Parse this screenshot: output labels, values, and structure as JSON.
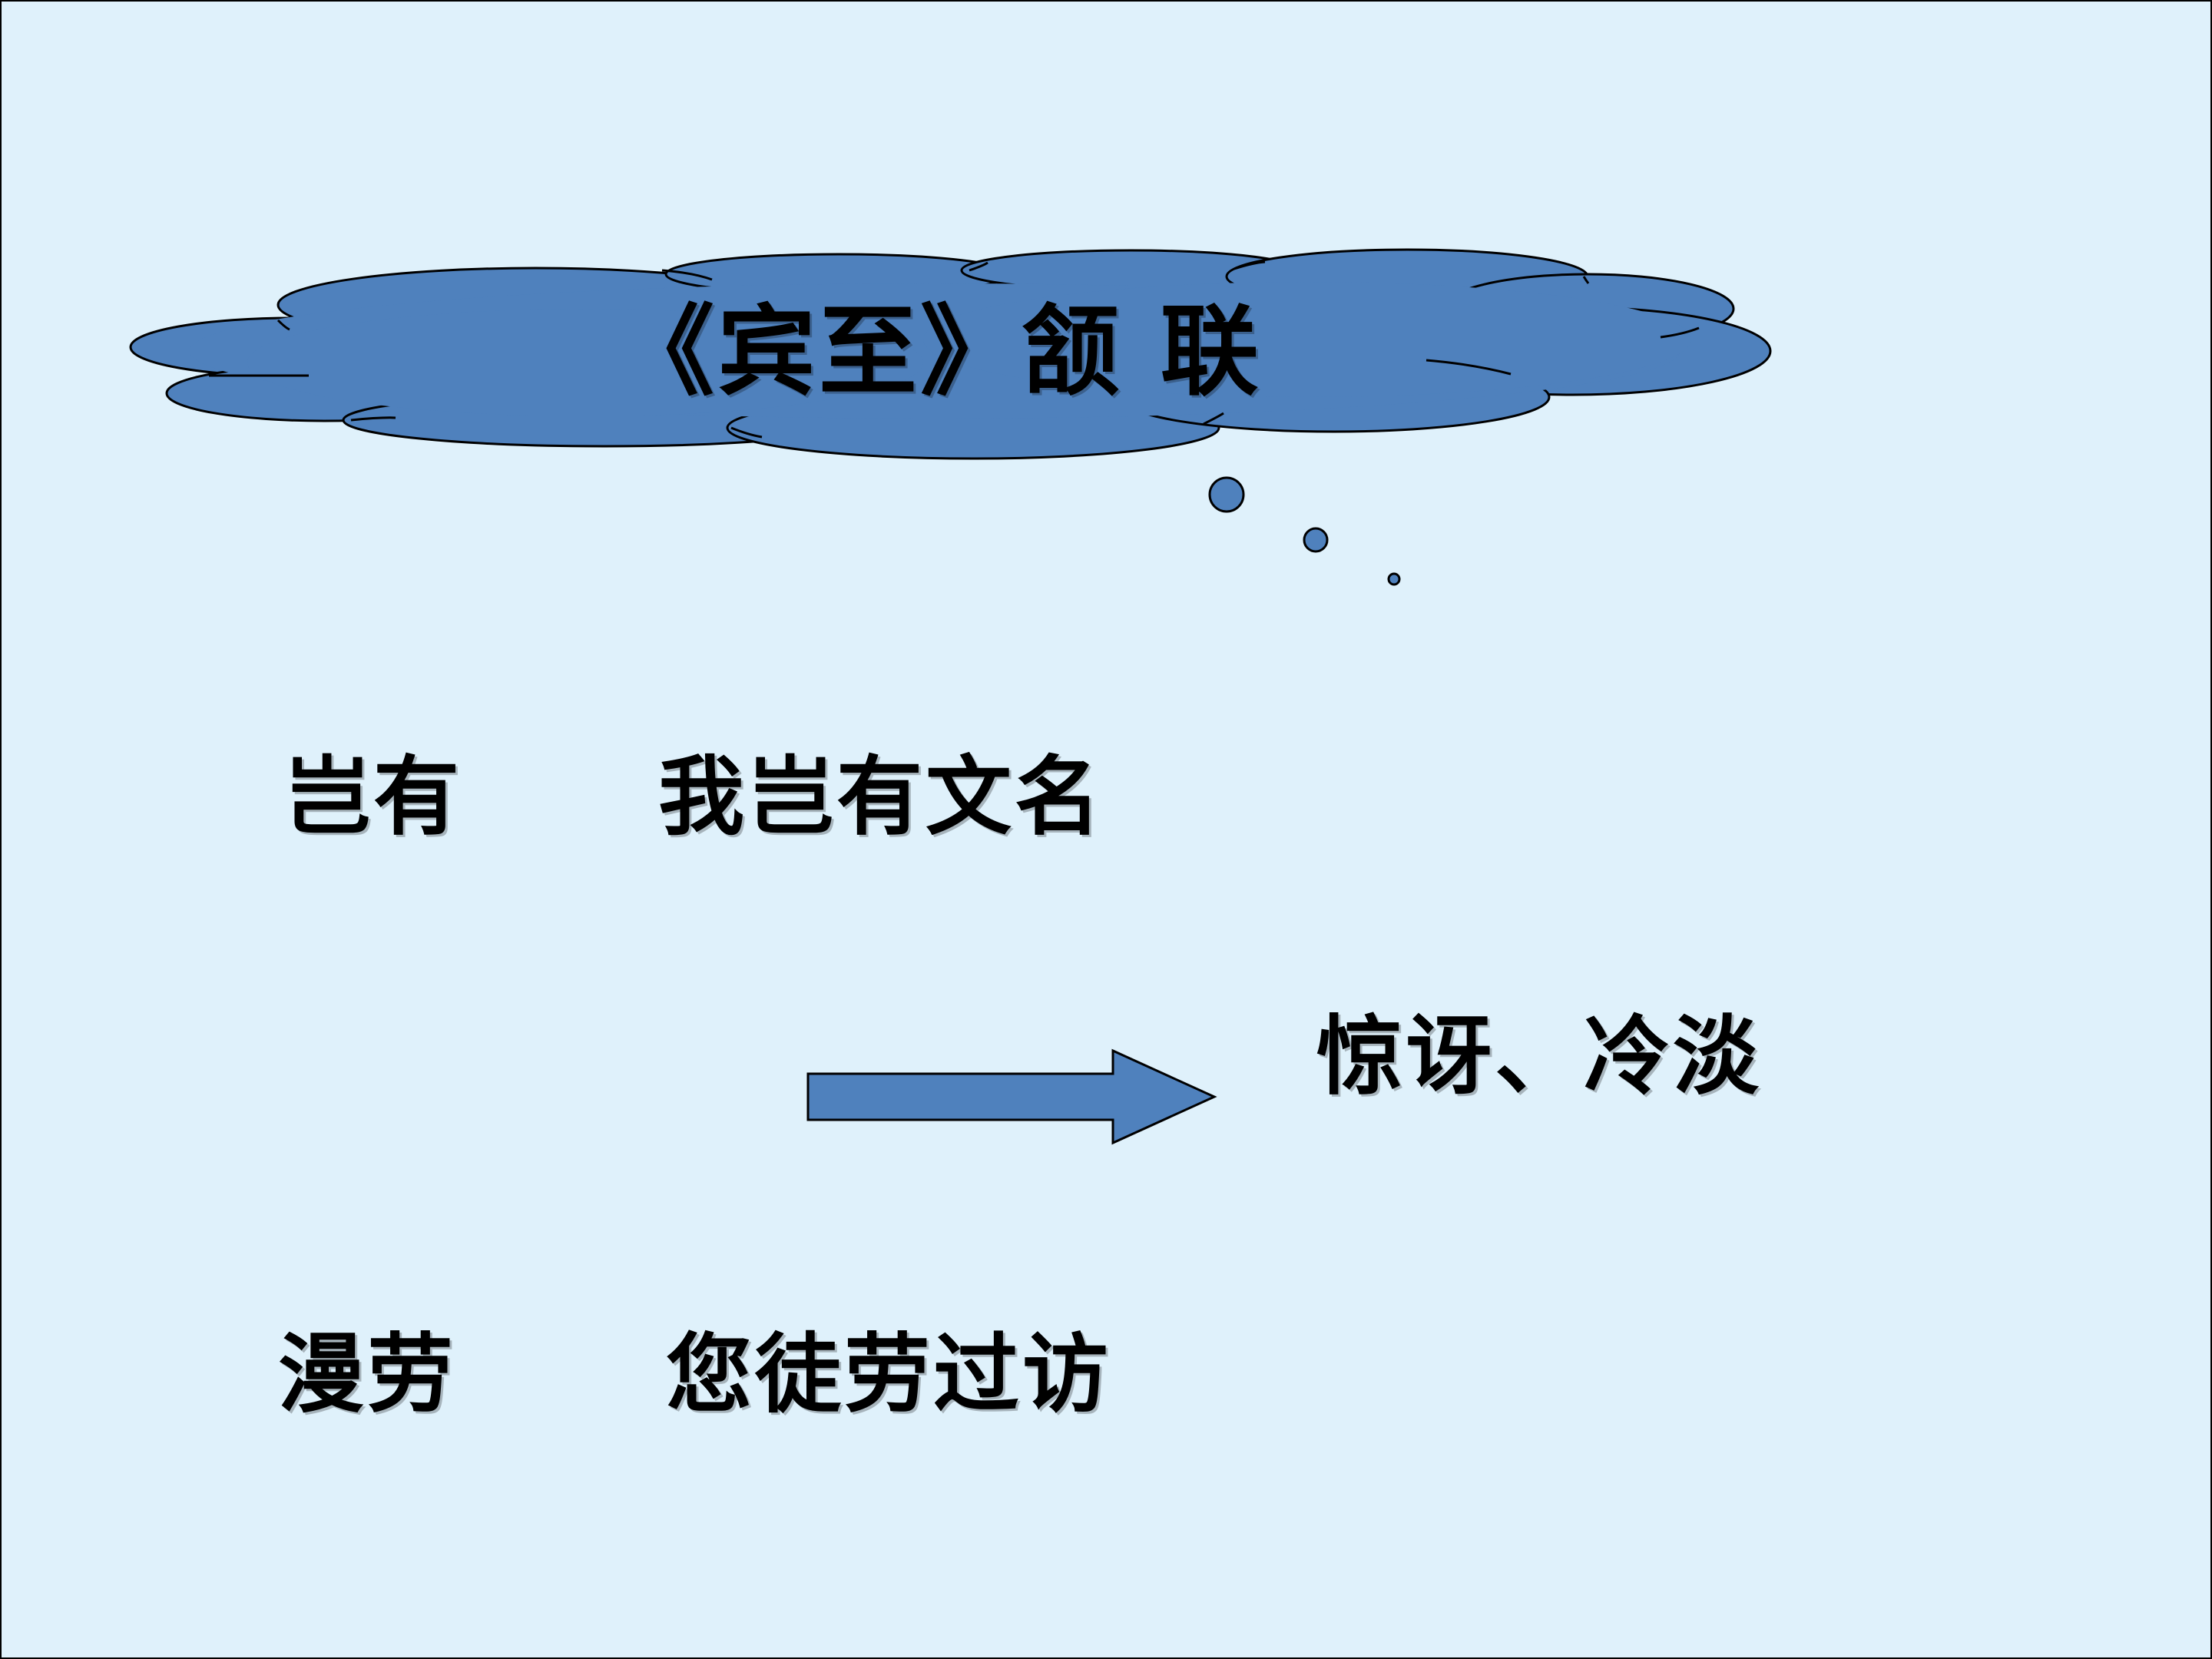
{
  "title": "《宾至》颔 联",
  "rows": [
    {
      "word": "岂有",
      "meaning": "我岂有文名"
    },
    {
      "word": "漫劳",
      "meaning": "您徒劳过访"
    }
  ],
  "result": "惊讶、冷淡",
  "colors": {
    "background": "#dff1fb",
    "shape_fill": "#4f81bd",
    "outline": "#000000",
    "text": "#000000"
  }
}
